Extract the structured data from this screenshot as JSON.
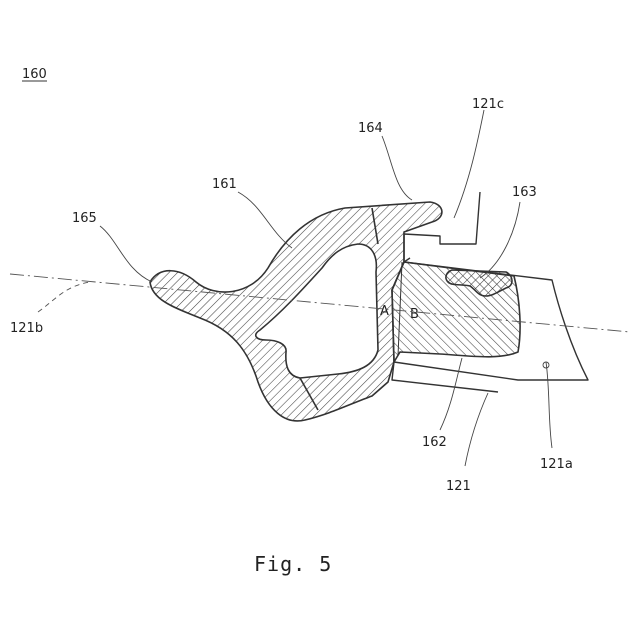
{
  "figure": {
    "number_label": "160",
    "caption": "Fig. 5"
  },
  "labels": {
    "seal_body": "161",
    "lip_seal": "162",
    "groove_fit": "163",
    "upper_lip": "164",
    "tip_lip": "165",
    "panel": "121",
    "panel_surface_a": "121a",
    "panel_surface_b": "121b",
    "panel_edge_c": "121c",
    "section_a": "A",
    "section_b": "B"
  },
  "colors": {
    "line": "#333333",
    "hatch": "#444444",
    "background": "#ffffff"
  }
}
